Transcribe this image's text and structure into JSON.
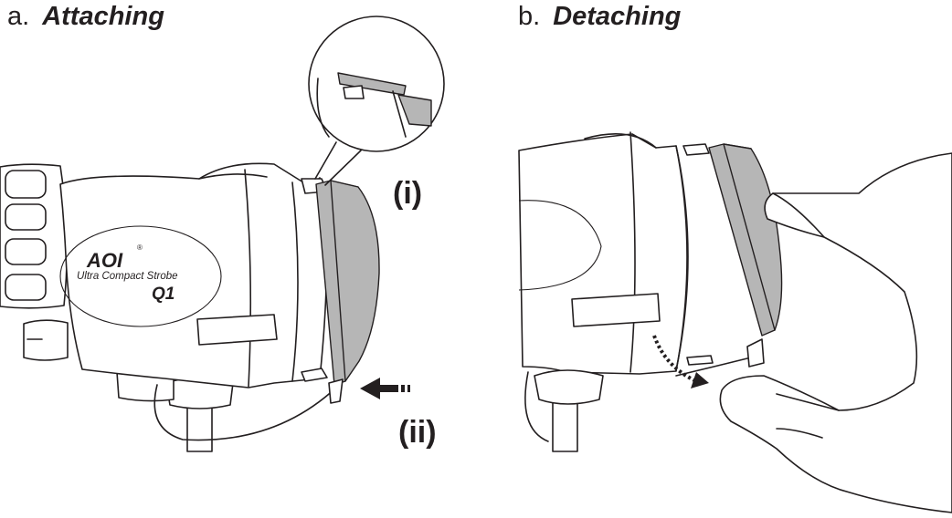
{
  "panels": [
    {
      "letter": "a.",
      "title": "Attaching"
    },
    {
      "letter": "b.",
      "title": "Detaching"
    }
  ],
  "callouts": {
    "step_i": "(i)",
    "step_ii": "(ii)"
  },
  "device": {
    "logo": "AOI",
    "registered_mark": "®",
    "product_line": "Ultra Compact Strobe",
    "model": "Q1"
  },
  "icons": [
    "strobe-body-icon",
    "magnifier-callout-icon",
    "diffuser-panel-icon",
    "push-arrow-icon",
    "hand-icon",
    "curved-arrow-icon"
  ],
  "colors": {
    "ink": "#231f20",
    "diffuser_gray": "#b6b6b6",
    "background": "#ffffff"
  }
}
